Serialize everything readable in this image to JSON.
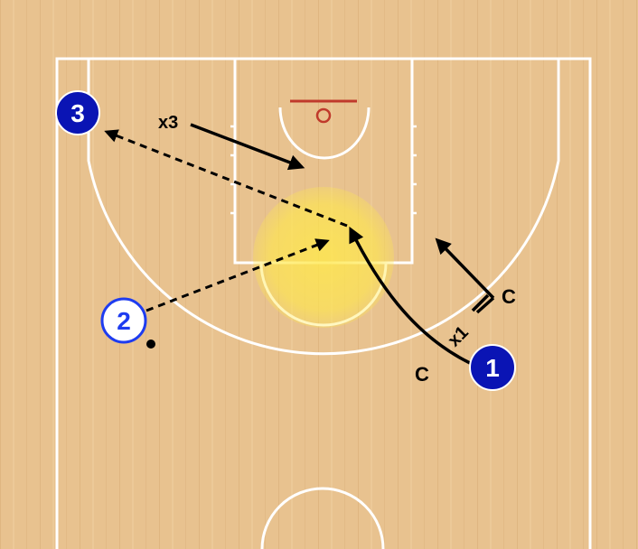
{
  "colors": {
    "court_wood": "#e8c28f",
    "court_lines": "#ffffff",
    "rim": "#c0392b",
    "player_fill": "#0a14b4",
    "player_outline_only": "#1e3cf0",
    "highlight": "#ffe84d",
    "ink": "#000000"
  },
  "players": [
    {
      "id": "p1",
      "label": "1",
      "style": "filled"
    },
    {
      "id": "p2",
      "label": "2",
      "style": "outline"
    },
    {
      "id": "p3",
      "label": "3",
      "style": "filled"
    }
  ],
  "annotations": {
    "x3": "x3",
    "x1": "x1",
    "c_right": "C",
    "c_bottom": "C"
  }
}
